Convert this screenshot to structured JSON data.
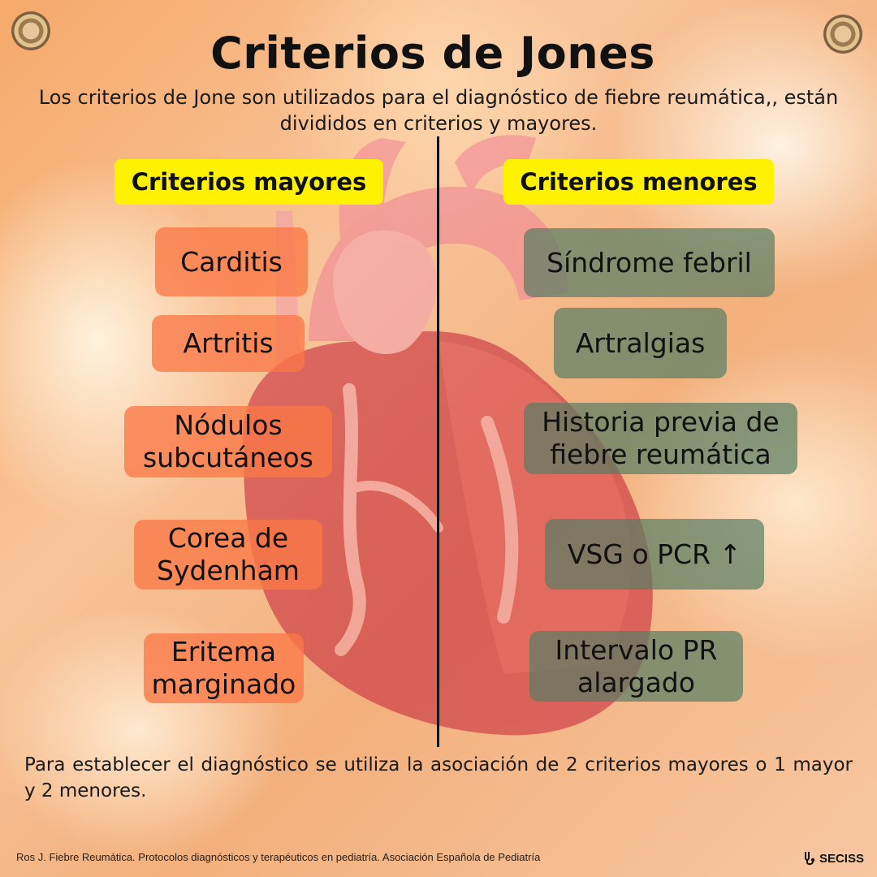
{
  "title": "Criterios de Jones",
  "intro": "Los criterios de Jone son utilizados para el diagnóstico de fiebre reumática,, están divididos en criterios y mayores.",
  "major": {
    "heading": "Criterios mayores",
    "items": [
      "Carditis",
      "Artritis",
      "Nódulos subcutáneos",
      "Corea de Sydenham",
      "Eritema marginado"
    ]
  },
  "minor": {
    "heading": "Criterios menores",
    "items": [
      "Síndrome febril",
      "Artralgias",
      "Historia previa de fiebre reumática",
      "VSG o PCR ↑",
      "Intervalo PR alargado"
    ]
  },
  "footer": "Para establecer el diagnóstico se utiliza la asociación de 2 criterios mayores o 1 mayor y 2 menores.",
  "reference": "Ros J. Fiebre Reumática. Protocolos diagnósticos y terapéuticos en pediatría. Asociación  Española de Pediatría",
  "brand": "SECISS",
  "colors": {
    "heading_bg": "#fff200",
    "major_box": "#fa7846",
    "minor_box": "#567d64",
    "heart": "#e0505a"
  }
}
